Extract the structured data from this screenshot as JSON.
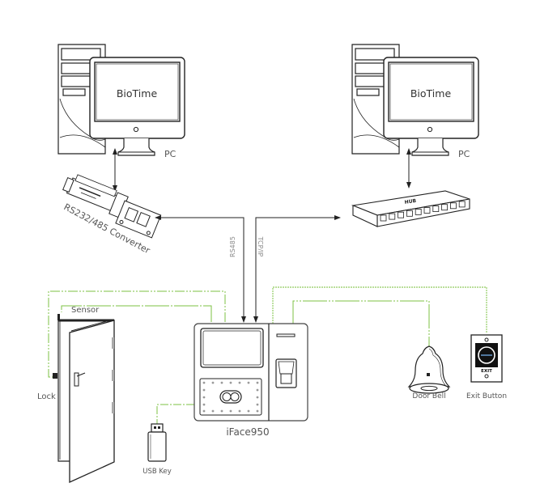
{
  "diagram": {
    "type": "system-wiring-diagram",
    "colors": {
      "line": "#222222",
      "wire_green": "#7cc043",
      "label": "#555555",
      "protocol_label": "#8a8a8a"
    },
    "pc_left": {
      "screen_text": "BioTime",
      "label": "PC"
    },
    "pc_right": {
      "screen_text": "BioTime",
      "label": "PC"
    },
    "converter": {
      "label": "RS232/485 Converter"
    },
    "hub": {
      "label": "HUB"
    },
    "links": {
      "rs485": "RS485",
      "tcpip": "TCP/IP"
    },
    "device": {
      "label": "iFace950"
    },
    "door": {
      "sensor_label": "Sensor",
      "lock_label": "Lock"
    },
    "usb": {
      "label": "USB Key"
    },
    "door_bell": {
      "label": "Door Bell"
    },
    "exit_button": {
      "label": "Exit Button",
      "plate_text": "EXIT"
    }
  }
}
